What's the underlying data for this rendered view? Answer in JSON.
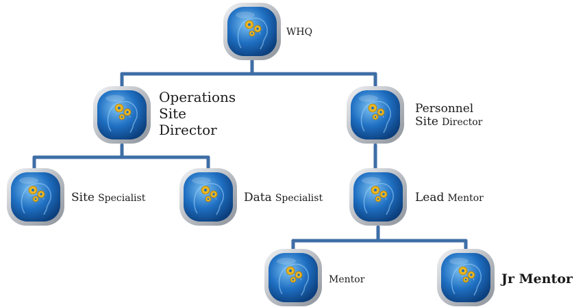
{
  "nodes": {
    "whq": {
      "label": "WHQ"
    },
    "operations": {
      "line1": "Operations",
      "line2": "Site",
      "line3": "Director"
    },
    "personnel": {
      "line1": "Personnel",
      "line2a": "Site",
      "line2b": "Director"
    },
    "site_specialist": {
      "part1": "Site",
      "part2": "Specialist"
    },
    "data_specialist": {
      "part1": "Data",
      "part2": "Specialist"
    },
    "lead_mentor": {
      "part1": "Lead",
      "part2": "Mentor"
    },
    "mentor": {
      "label": "Mentor"
    },
    "jr_mentor": {
      "label": "Jr Mentor"
    }
  },
  "colors": {
    "connector": "#3f6ea6",
    "icon_ring": "#c9ccd0",
    "icon_face": "#1f6fc2",
    "icon_face_light": "#5aa8e8",
    "gear": "#e8b623"
  },
  "icon_name": "brain-gears-icon"
}
